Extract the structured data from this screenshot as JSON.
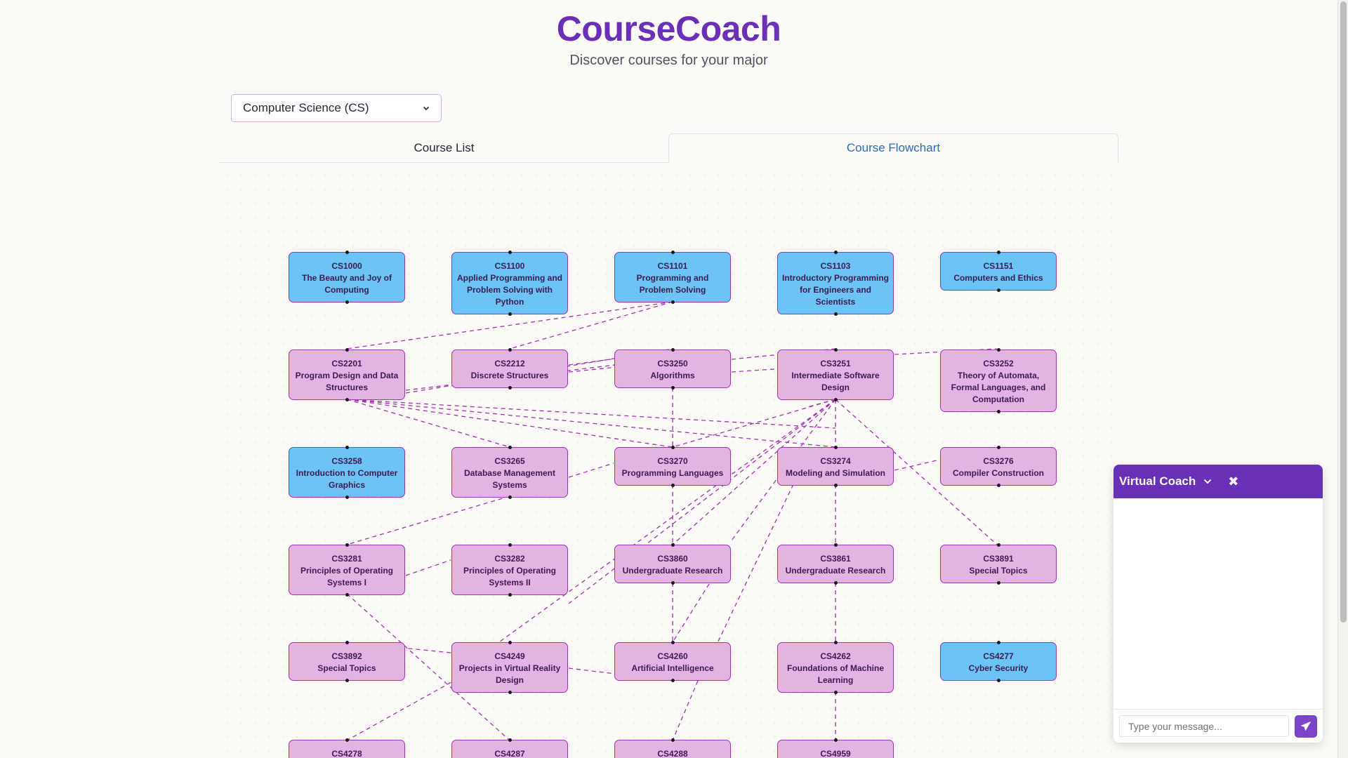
{
  "header": {
    "title": "CourseCoach",
    "subtitle": "Discover courses for your major"
  },
  "major_select": {
    "selected": "Computer Science (CS)"
  },
  "tabs": [
    {
      "label": "Course List",
      "active": false
    },
    {
      "label": "Course Flowchart",
      "active": true
    }
  ],
  "colors": {
    "brand": "#6b2fb8",
    "core_course": "#6bc3f6",
    "elective_course": "#e3b3e1",
    "edge": "#a431b8",
    "active_tab": "#2a6cb5"
  },
  "courses": [
    {
      "code": "CS1000",
      "title": "The Beauty and Joy of Computing",
      "type": "blue"
    },
    {
      "code": "CS1100",
      "title": "Applied Programming and Problem Solving with Python",
      "type": "blue"
    },
    {
      "code": "CS1101",
      "title": "Programming and Problem Solving",
      "type": "blue"
    },
    {
      "code": "CS1103",
      "title": "Introductory Programming for Engineers and Scientists",
      "type": "blue"
    },
    {
      "code": "CS1151",
      "title": "Computers and Ethics",
      "type": "blue"
    },
    {
      "code": "CS2201",
      "title": "Program Design and Data Structures",
      "type": "pink"
    },
    {
      "code": "CS2212",
      "title": "Discrete Structures",
      "type": "pink"
    },
    {
      "code": "CS3250",
      "title": "Algorithms",
      "type": "pink"
    },
    {
      "code": "CS3251",
      "title": "Intermediate Software Design",
      "type": "pink"
    },
    {
      "code": "CS3252",
      "title": "Theory of Automata, Formal Languages, and Computation",
      "type": "pink"
    },
    {
      "code": "CS3258",
      "title": "Introduction to Computer Graphics",
      "type": "blue"
    },
    {
      "code": "CS3265",
      "title": "Database Management Systems",
      "type": "pink"
    },
    {
      "code": "CS3270",
      "title": "Programming Languages",
      "type": "pink"
    },
    {
      "code": "CS3274",
      "title": "Modeling and Simulation",
      "type": "pink"
    },
    {
      "code": "CS3276",
      "title": "Compiler Construction",
      "type": "pink"
    },
    {
      "code": "CS3281",
      "title": "Principles of Operating Systems I",
      "type": "pink"
    },
    {
      "code": "CS3282",
      "title": "Principles of Operating Systems II",
      "type": "pink"
    },
    {
      "code": "CS3860",
      "title": "Undergraduate Research",
      "type": "pink"
    },
    {
      "code": "CS3861",
      "title": "Undergraduate Research",
      "type": "pink"
    },
    {
      "code": "CS3891",
      "title": "Special Topics",
      "type": "pink"
    },
    {
      "code": "CS3892",
      "title": "Special Topics",
      "type": "pink"
    },
    {
      "code": "CS4249",
      "title": "Projects in Virtual Reality Design",
      "type": "pink"
    },
    {
      "code": "CS4260",
      "title": "Artificial Intelligence",
      "type": "pink"
    },
    {
      "code": "CS4262",
      "title": "Foundations of Machine Learning",
      "type": "pink"
    },
    {
      "code": "CS4277",
      "title": "Cyber Security",
      "type": "blue"
    },
    {
      "code": "CS4278",
      "title": "",
      "type": "pink"
    },
    {
      "code": "CS4287",
      "title": "",
      "type": "pink"
    },
    {
      "code": "CS4288",
      "title": "",
      "type": "pink"
    },
    {
      "code": "CS4959",
      "title": "",
      "type": "pink"
    }
  ],
  "chat": {
    "title": "Virtual Coach",
    "input_placeholder": "Type your message...",
    "input_value": ""
  }
}
